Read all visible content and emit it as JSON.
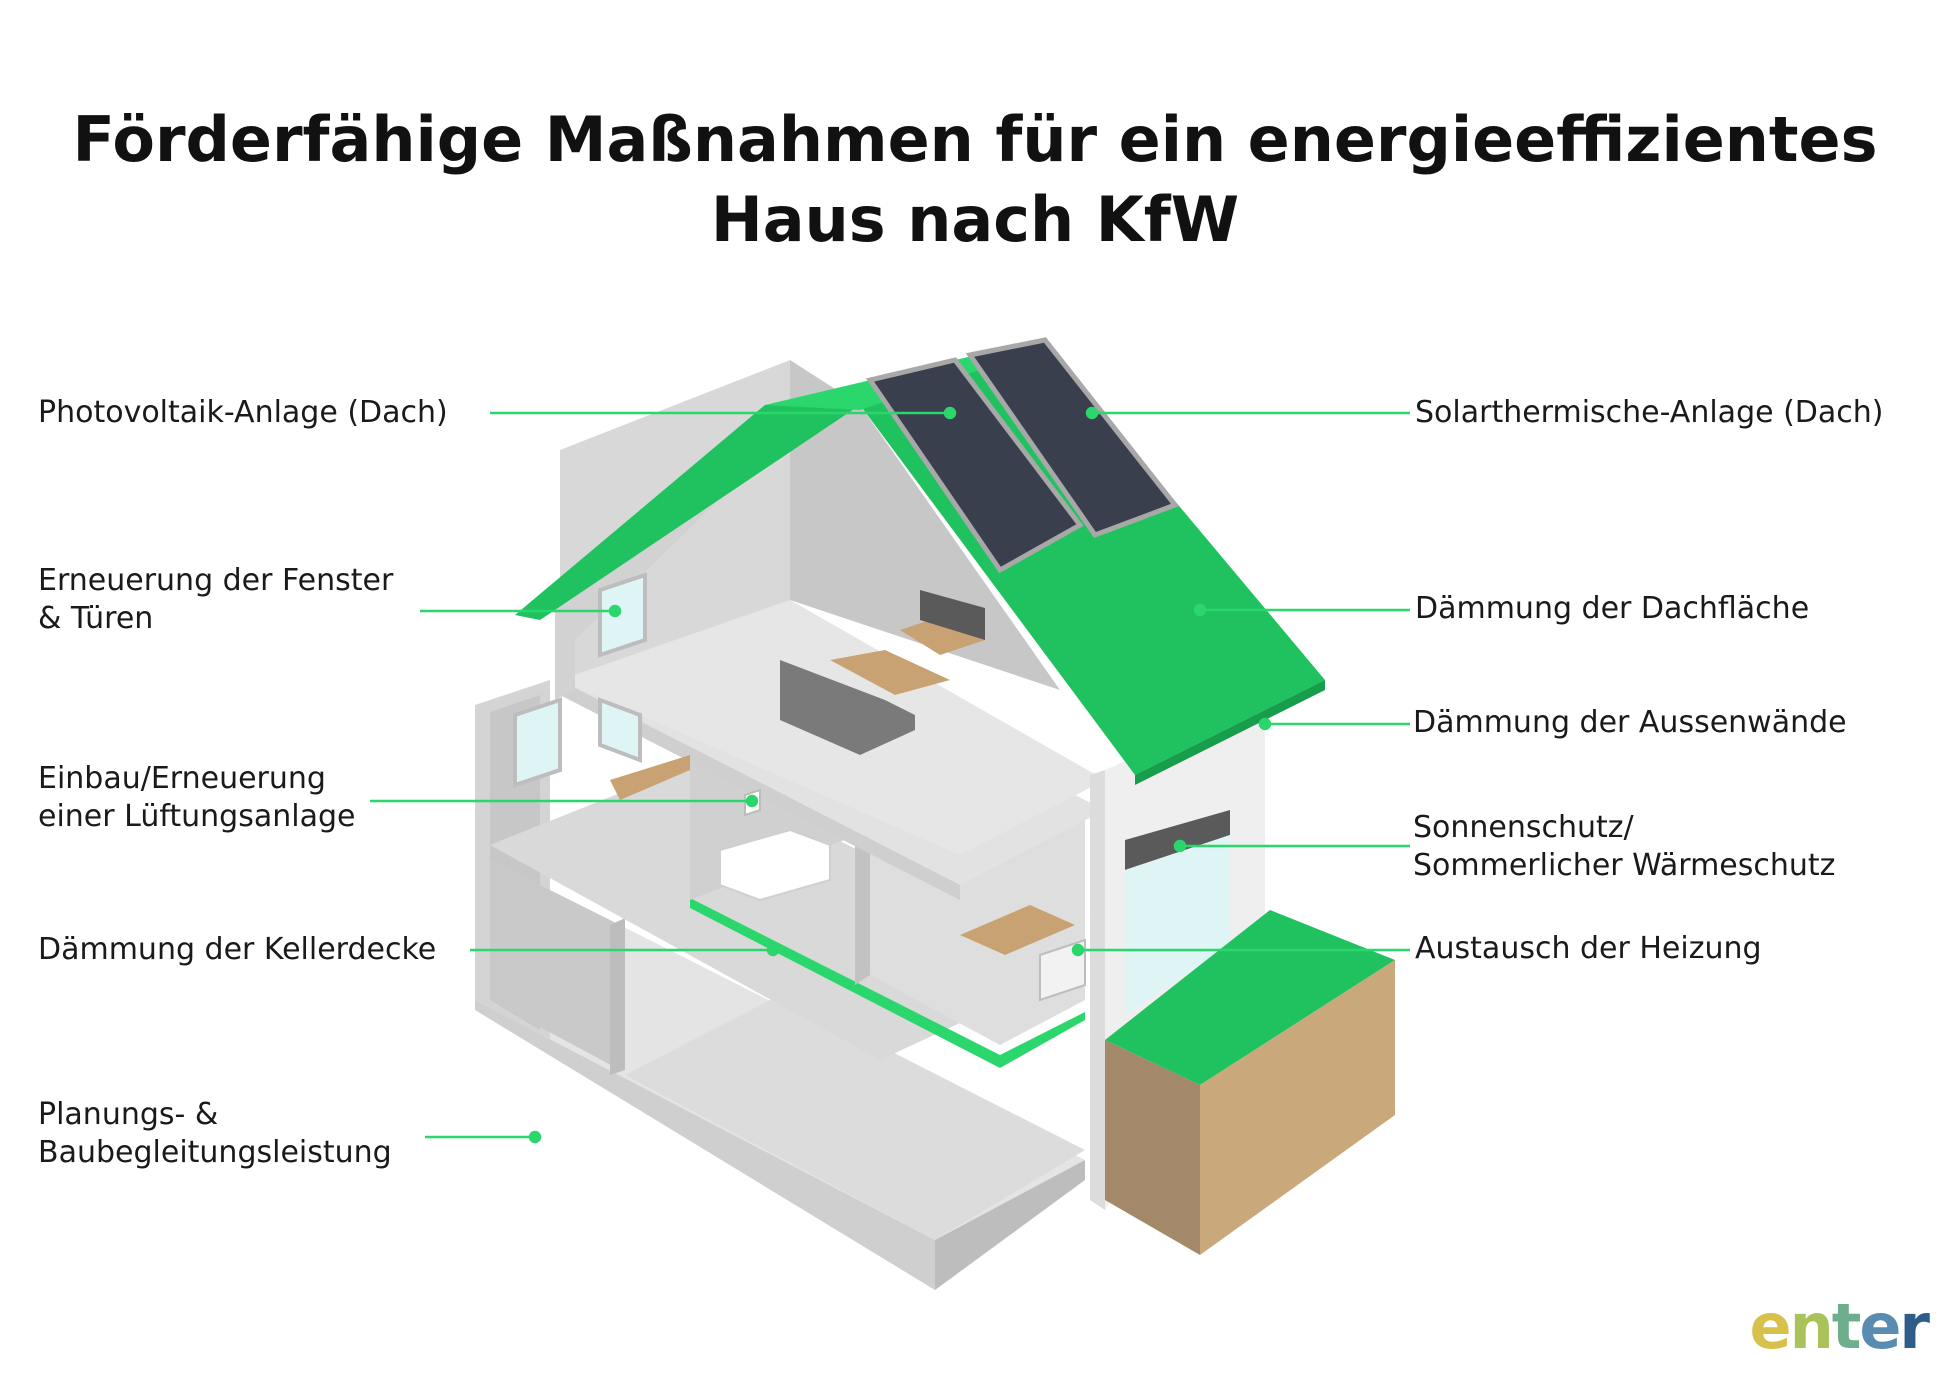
{
  "title": {
    "line1": "Förderfähige Maßnahmen für ein energieeffizientes",
    "line2": "Haus nach KfW"
  },
  "labels": {
    "photovoltaik": {
      "line1": "Photovoltaik-Anlage (Dach)"
    },
    "fenster": {
      "line1": "Erneuerung der Fenster",
      "line2": "& Türen"
    },
    "lueftung": {
      "line1": "Einbau/Erneuerung",
      "line2": "einer Lüftungsanlage"
    },
    "kellerdecke": {
      "line1": "Dämmung der Kellerdecke"
    },
    "planung": {
      "line1": "Planungs- &",
      "line2": "Baubegleitungsleistung"
    },
    "solarthermie": {
      "line1": "Solarthermische-Anlage (Dach)"
    },
    "dachflaeche": {
      "line1": "Dämmung der Dachfläche"
    },
    "aussenwaende": {
      "line1": "Dämmung der Aussenwände"
    },
    "sonnenschutz": {
      "line1": "Sonnenschutz/",
      "line2": "Sommerlicher Wärmeschutz"
    },
    "heizung": {
      "line1": "Austausch der Heizung"
    }
  },
  "logo": {
    "text": "enter",
    "colors": [
      "#d8c14a",
      "#a9c25a",
      "#6fae8c",
      "#5a8bb0",
      "#2f5d8a"
    ]
  },
  "colors": {
    "accent_green": "#1fc25f",
    "leader_line": "#2bd66c",
    "wall_light": "#e6e6e6",
    "wall_mid": "#d2d2d2",
    "wall_dark": "#bdbdbd",
    "soil_light": "#c9a87c",
    "soil_dark": "#a3896a",
    "panel": "#3a3f4d"
  }
}
